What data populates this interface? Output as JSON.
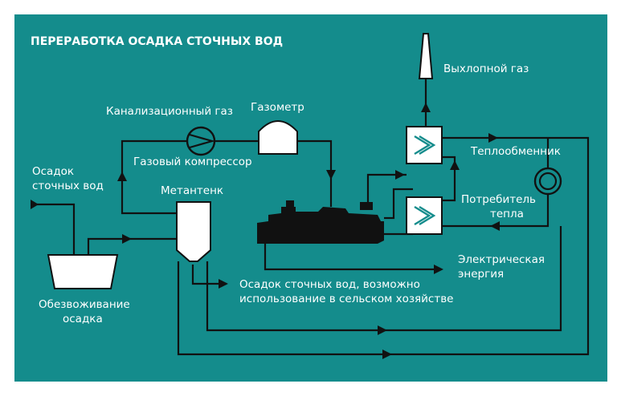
{
  "title": "ПЕРЕРАБОТКА ОСАДКА СТОЧНЫХ ВОД",
  "labels": {
    "exhaust_gas": "Выхлопной газ",
    "sewer_gas": "Канализационный газ",
    "gasometer": "Газометр",
    "gas_compressor": "Газовый компрессор",
    "sludge_line1": "Осадок",
    "sludge_line2": "сточных вод",
    "digester": "Метантенк",
    "heat_exchanger": "Теплообменник",
    "heat_consumer_line1": "Потребитель",
    "heat_consumer_line2": "тепла",
    "electric_line1": "Электрическая",
    "electric_line2": "энергия",
    "output_line1": "Осадок сточных вод, возможно",
    "output_line2": "использование в сельском хозяйстве",
    "dewatering_line1": "Обезвоживание",
    "dewatering_line2": "осадка"
  },
  "colors": {
    "background": "#148c8c",
    "line": "#111111",
    "shape_fill": "#ffffff",
    "text": "#ffffff"
  }
}
